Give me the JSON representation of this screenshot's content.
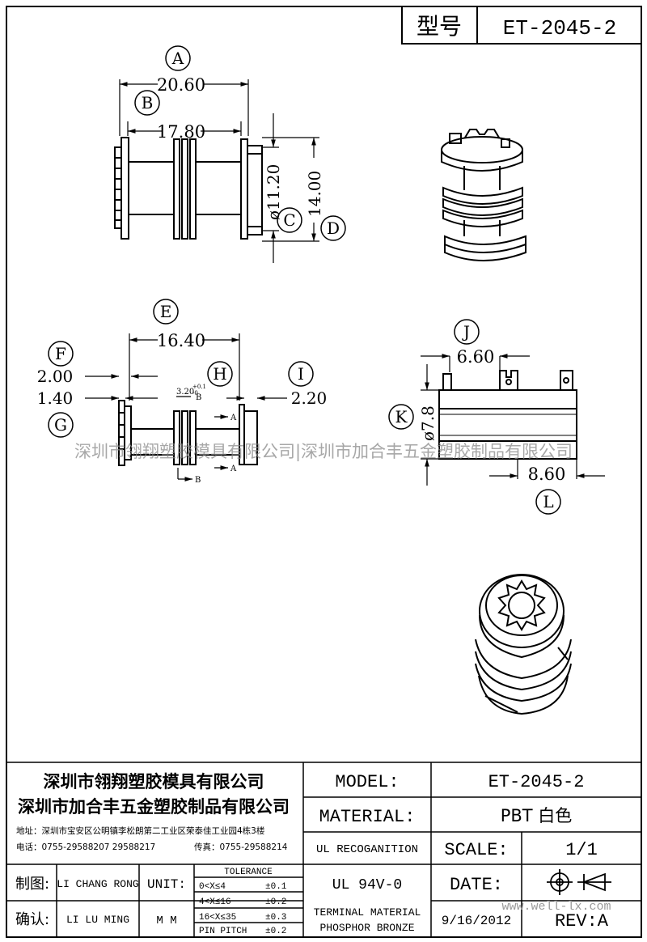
{
  "header": {
    "model_label": "型号",
    "model_value": "ET-2045-2"
  },
  "watermark": {
    "band": "深圳市翎翔塑胶模具有限公司|深圳市加合丰五金塑胶制品有限公司",
    "site": "www.well-lx.com"
  },
  "callouts": {
    "A": "A",
    "B": "B",
    "C": "C",
    "D": "D",
    "E": "E",
    "F": "F",
    "G": "G",
    "H": "H",
    "I": "I",
    "J": "J",
    "K": "K",
    "L": "L"
  },
  "dimensions": {
    "a": "20.60",
    "b": "17.80",
    "c": "ø11.20",
    "d": "14.00",
    "e": "16.40",
    "f": "2.00",
    "g": "1.40",
    "h": "3.20",
    "h_tol_top": "+0.1",
    "h_tol_bot": "-0",
    "h_ref": "B",
    "i": "2.20",
    "j": "6.60",
    "k": "ø7.8",
    "l": "8.60",
    "datum_a": "A",
    "datum_b": "B"
  },
  "title_block": {
    "company1": "深圳市翎翔塑胶模具有限公司",
    "company2": "深圳市加合丰五金塑胶制品有限公司",
    "address": "地址：深圳市宝安区公明镇李松朗第二工业区荣泰佳工业园4栋3楼",
    "phone": "电话：0755-29588207  29588217",
    "fax": "传真：0755-29588214",
    "model_label": "MODEL:",
    "model_value": "ET-2045-2",
    "material_label": "MATERIAL:",
    "material_value": "PBT 白色",
    "ul_label": "UL RECOGANITION",
    "ul_value": "UL 94V-0",
    "scale_label": "SCALE:",
    "scale_value": "1/1",
    "date_label": "DATE:",
    "date_value": "9/16/2012",
    "rev_label": "REV:A",
    "terminal1": "TERMINAL MATERIAL",
    "terminal2": "PHOSPHOR  BRONZE",
    "drawn_label": "制图:",
    "drawn_name": "LI CHANG RONG",
    "checked_label": "确认:",
    "checked_name": "LI LU MING",
    "unit_label": "UNIT:",
    "unit_value": "M M",
    "tolerance_title": "TOLERANCE",
    "tol": [
      {
        "range": "0<X≤4",
        "value": "±0.1"
      },
      {
        "range": "4<X≤16",
        "value": "±0.2"
      },
      {
        "range": "16<X≤35",
        "value": "±0.3"
      },
      {
        "range": "PIN PITCH",
        "value": "±0.2"
      }
    ]
  }
}
